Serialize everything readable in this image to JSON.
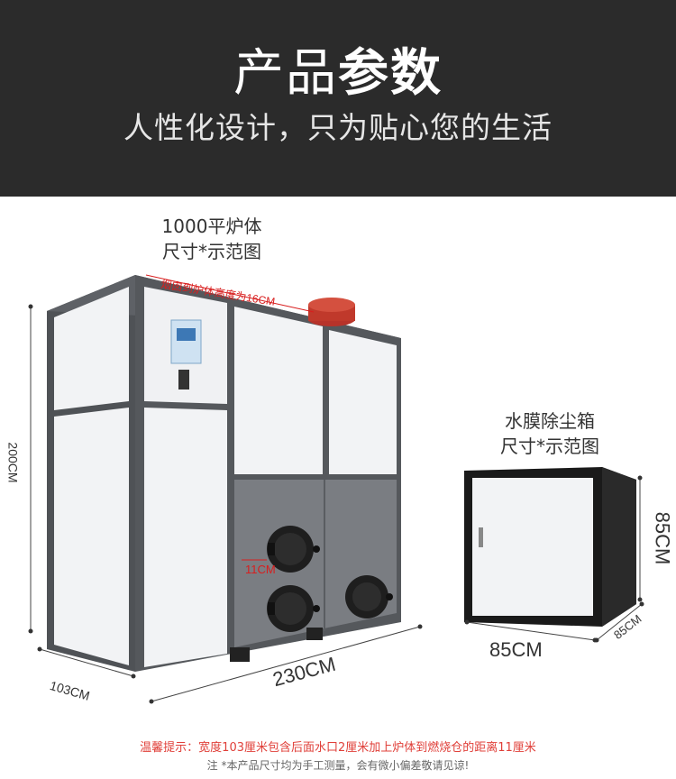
{
  "header": {
    "title_light": "产品",
    "title_bold": "参数",
    "subtitle": "人性化设计，只为贴心您的生活"
  },
  "boiler": {
    "label_line1": "1000平炉体",
    "label_line2": "尺寸*示范图",
    "chimney_note": "烟囱到炉体高度为16CM",
    "door_note": "11CM",
    "height": "200CM",
    "depth": "103CM",
    "width": "230CM"
  },
  "dust_box": {
    "label_line1": "水膜除尘箱",
    "label_line2": "尺寸*示范图",
    "height": "85CM",
    "width": "85CM",
    "depth": "85CM"
  },
  "notes": {
    "tip": "温馨提示：宽度103厘米包含后面水口2厘米加上炉体到燃烧仓的距离11厘米",
    "disclaimer": "注 *本产品尺寸均为手工测量，会有微小偏差敬请见谅!"
  },
  "colors": {
    "header_bg": "#2b2b2b",
    "frame": "#55585c",
    "panel": "#f2f3f5",
    "chimney": "#c0392b",
    "tip_red": "#e0403a"
  }
}
